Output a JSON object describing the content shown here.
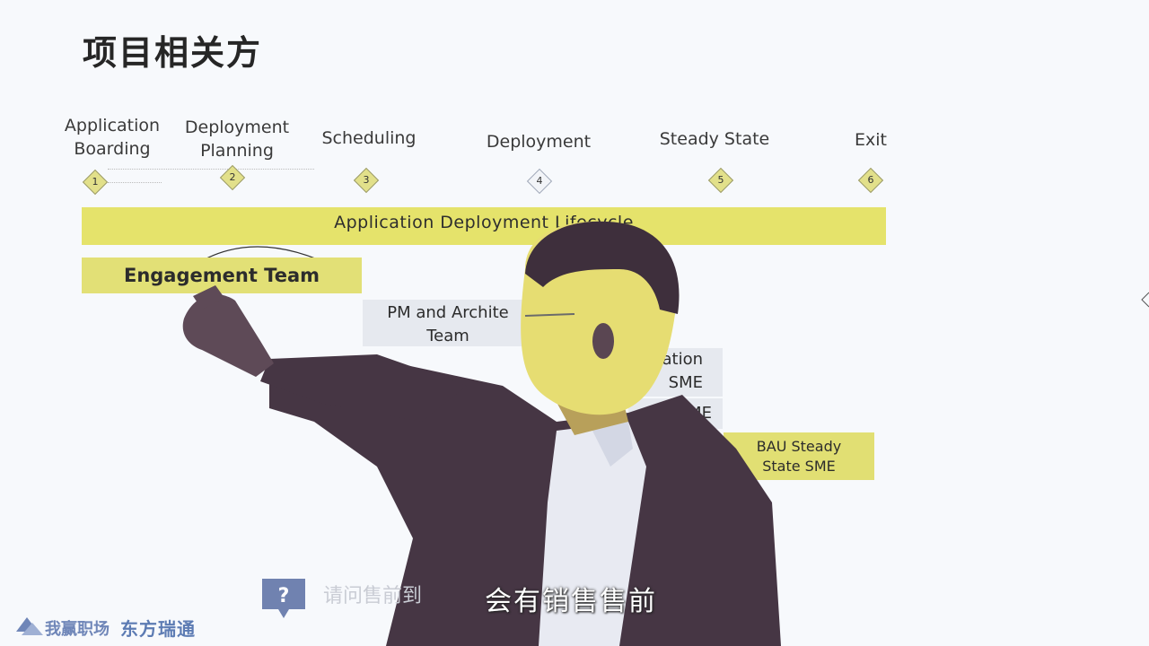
{
  "slide": {
    "title": "项目相关方",
    "phases": [
      {
        "label_line1": "Application",
        "label_line2": "Boarding",
        "number": "1"
      },
      {
        "label_line1": "Deployment",
        "label_line2": "Planning",
        "number": "2"
      },
      {
        "label_line1": "Scheduling",
        "label_line2": "",
        "number": "3"
      },
      {
        "label_line1": "Deployment",
        "label_line2": "",
        "number": "4"
      },
      {
        "label_line1": "Steady State",
        "label_line2": "",
        "number": "5"
      },
      {
        "label_line1": "Exit",
        "label_line2": "",
        "number": "6"
      }
    ],
    "lifecycle_bar": "Application Deployment Lifecycle",
    "roles": {
      "engagement": "Engagement Team",
      "pm_line1": "PM and Archite",
      "pm_line2": "Team",
      "migration_line1": "ration",
      "migration_line2": "SME",
      "deployment_sme": "SME",
      "bau_line1": "BAU Steady",
      "bau_line2": "State SME"
    }
  },
  "overlay": {
    "question_text": "请问售前到",
    "subtitle": "会有销售售前",
    "logo_left": "我赢职场",
    "logo_right": "东方瑞通"
  },
  "colors": {
    "accent_yellow": "#e5e36b",
    "role_grey": "#e6e9ef",
    "suit": "#463644",
    "background": "#f7f9fc"
  }
}
